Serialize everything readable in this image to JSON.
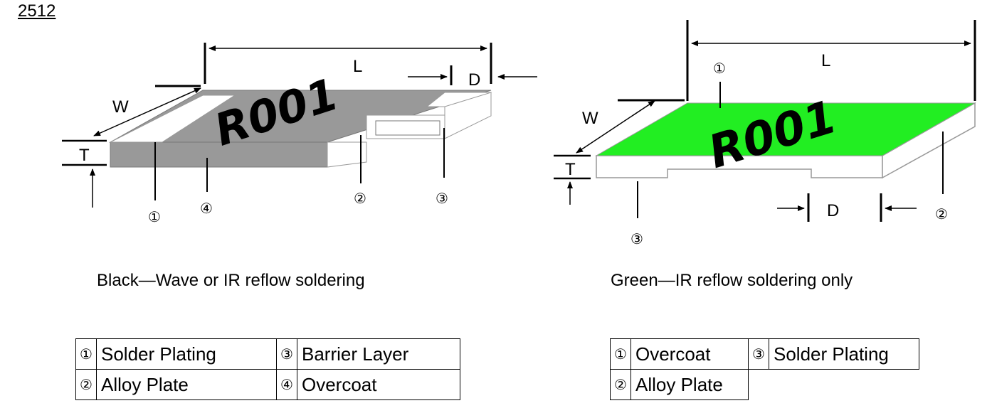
{
  "size_label": "2512",
  "black_diagram": {
    "caption": "Black—Wave or IR reflow soldering",
    "dimension_labels": {
      "L": "L",
      "D": "D",
      "W": "W",
      "T": "T"
    },
    "marking": "R001",
    "callouts": [
      "①",
      "④",
      "②",
      "③"
    ],
    "colors": {
      "overcoat": "#999999",
      "terminal": "#ffffff"
    }
  },
  "green_diagram": {
    "caption": "Green—IR reflow soldering only",
    "dimension_labels": {
      "L": "L",
      "D": "D",
      "W": "W",
      "T": "T"
    },
    "marking": "R001",
    "callouts": [
      "①",
      "②",
      "③"
    ],
    "colors": {
      "overcoat": "#22ee22",
      "body": "#ffffff"
    }
  },
  "legend_black": {
    "rows": [
      [
        {
          "num": "①",
          "name": "Solder Plating"
        },
        {
          "num": "③",
          "name": "Barrier Layer"
        }
      ],
      [
        {
          "num": "②",
          "name": "Alloy Plate"
        },
        {
          "num": "④",
          "name": "Overcoat"
        }
      ]
    ]
  },
  "legend_green": {
    "rows": [
      [
        {
          "num": "①",
          "name": "Overcoat"
        },
        {
          "num": "③",
          "name": "Solder Plating"
        }
      ],
      [
        {
          "num": "②",
          "name": "Alloy Plate"
        }
      ]
    ]
  }
}
